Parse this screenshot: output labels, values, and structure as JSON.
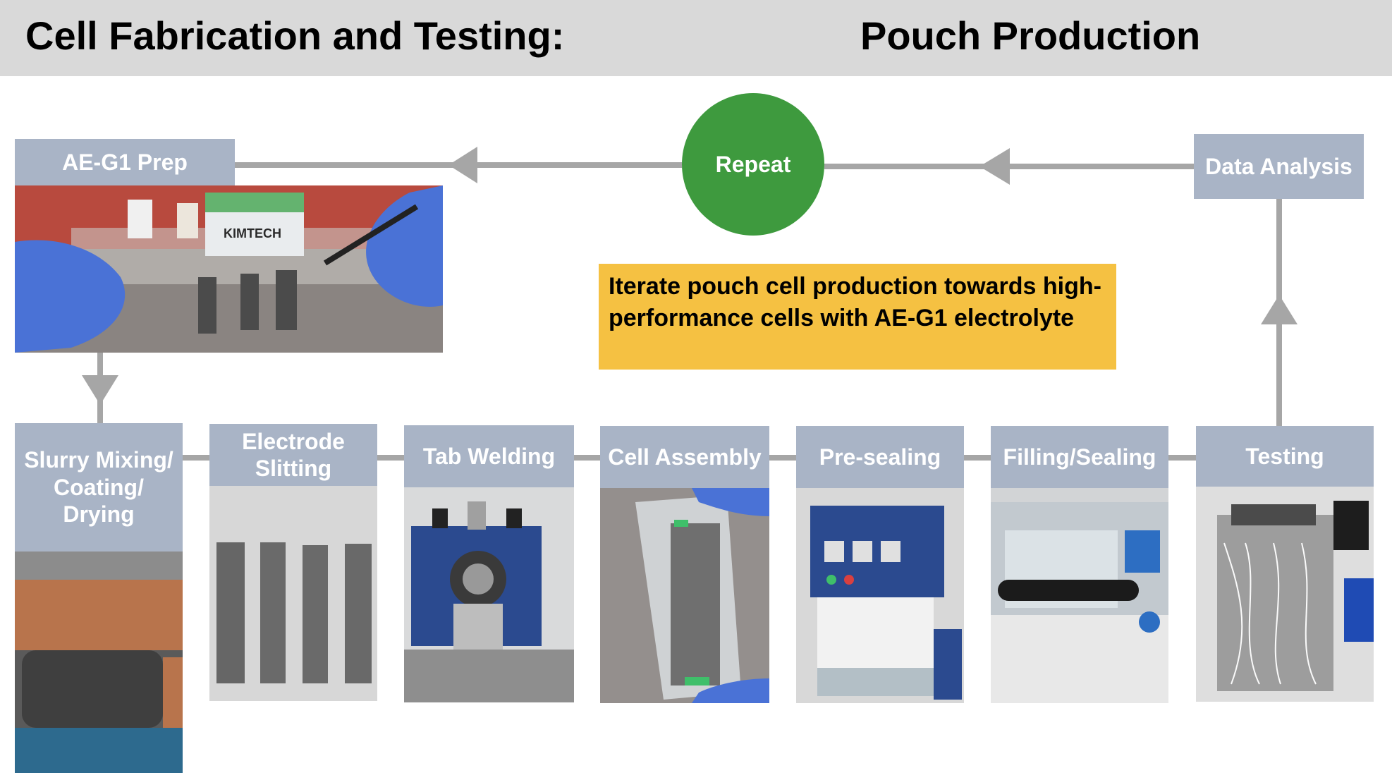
{
  "header": {
    "left_title": "Cell Fabrication and Testing:",
    "right_title": "Pouch Production"
  },
  "repeat": {
    "label": "Repeat"
  },
  "note": {
    "text": "Iterate pouch cell production towards high-performance cells with AE-G1 electrolyte"
  },
  "steps": {
    "prep": "AE-G1 Prep",
    "data_analysis": "Data Analysis",
    "slurry": "Slurry Mixing/ Coating/ Drying",
    "electrode": "Electrode Slitting",
    "tab": "Tab Welding",
    "assembly": "Cell Assembly",
    "presealing": "Pre-sealing",
    "filling": "Filling/Sealing",
    "testing": "Testing"
  },
  "photo_text": {
    "kimtech": "KIMTECH"
  },
  "colors": {
    "header_bg": "#d9d9d9",
    "label_bg": "#a9b4c6",
    "arrow": "#a6a6a6",
    "repeat_green": "#3e9a3e",
    "note_yellow": "#f5c142",
    "glove_blue": "#4a72d6",
    "machine_blue": "#2b4a8f"
  }
}
